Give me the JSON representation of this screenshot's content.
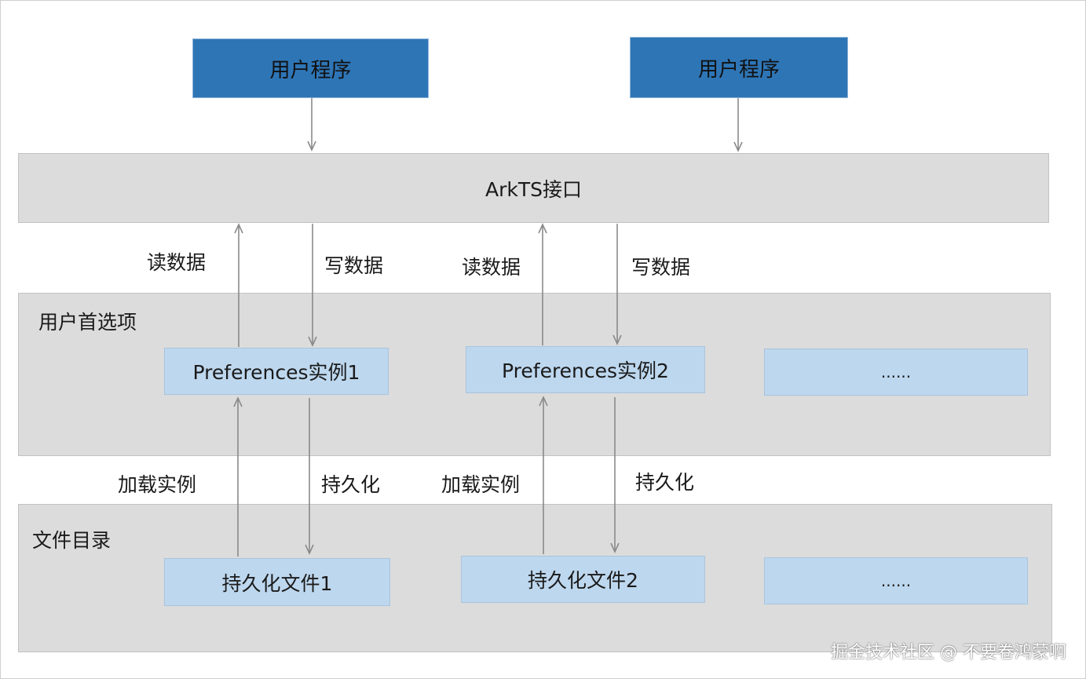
{
  "apps": [
    {
      "label": "用户程序"
    },
    {
      "label": "用户程序"
    }
  ],
  "interface": {
    "label": "ArkTS接口"
  },
  "preferences_layer": {
    "title": "用户首选项",
    "instances": [
      "Preferences实例1",
      "Preferences实例2",
      "......"
    ]
  },
  "file_layer": {
    "title": "文件目录",
    "files": [
      "持久化文件1",
      "持久化文件2",
      "......"
    ]
  },
  "edge_labels": {
    "read": "读数据",
    "write": "写数据",
    "load": "加载实例",
    "persist": "持久化"
  },
  "watermark": "掘金技术社区 @ 不要卷鸿蒙啊",
  "colors": {
    "app_fill": "#2e75b6",
    "band_fill": "#dcdcdc",
    "instance_fill": "#bdd7ee",
    "arrow": "#8a8a8a"
  }
}
